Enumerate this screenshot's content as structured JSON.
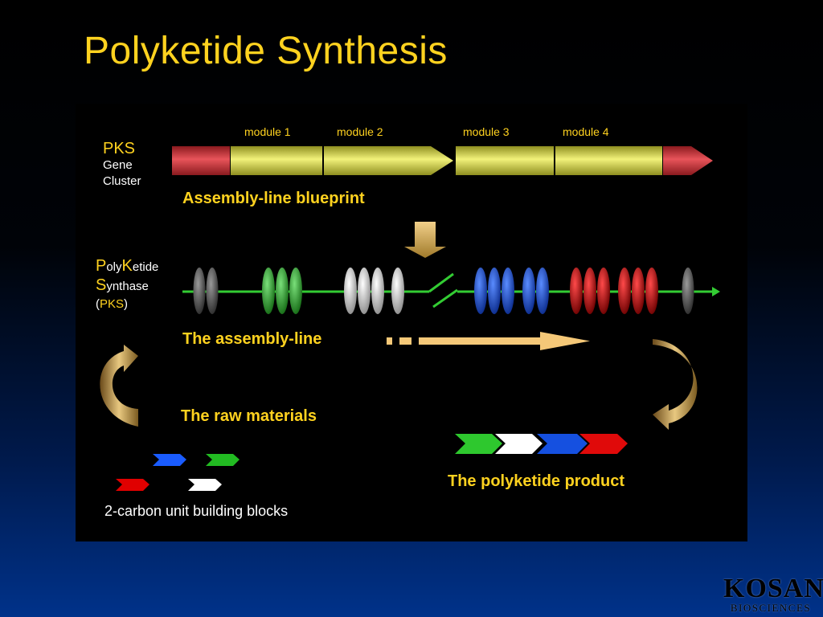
{
  "title": "Polyketide Synthesis",
  "pks_gene_cluster": {
    "label_line1": "PKS",
    "label_line2": "Gene",
    "label_line3": "Cluster",
    "modules": [
      "module 1",
      "module 2",
      "module 3",
      "module 4"
    ],
    "caption": "Assembly-line blueprint"
  },
  "synthase": {
    "p_letter": "P",
    "p_rest": "oly",
    "k_letter": "K",
    "k_rest": "etide",
    "s_letter": "S",
    "s_rest": "ynthase",
    "paren_open": "(",
    "abbrev": "PKS",
    "paren_close": ")",
    "caption": "The assembly-line"
  },
  "raw_materials": {
    "caption": "The raw materials",
    "building_blocks_caption": "2-carbon unit building blocks"
  },
  "product": {
    "caption": "The polyketide product"
  },
  "logo": {
    "name": "KOSAN",
    "subtitle": "BIOSCIENCES"
  },
  "colors": {
    "title": "#ffd21f",
    "gene_red": "#d8343a",
    "gene_yellow": "#e8e85a",
    "chain_green": "#33cc33",
    "domain_grey": "#555555",
    "domain_green": "#2cb02c",
    "domain_white": "#dddddd",
    "domain_blue": "#1550e0",
    "domain_red": "#cc0a0a",
    "arrow_tan": "#f5c878"
  }
}
